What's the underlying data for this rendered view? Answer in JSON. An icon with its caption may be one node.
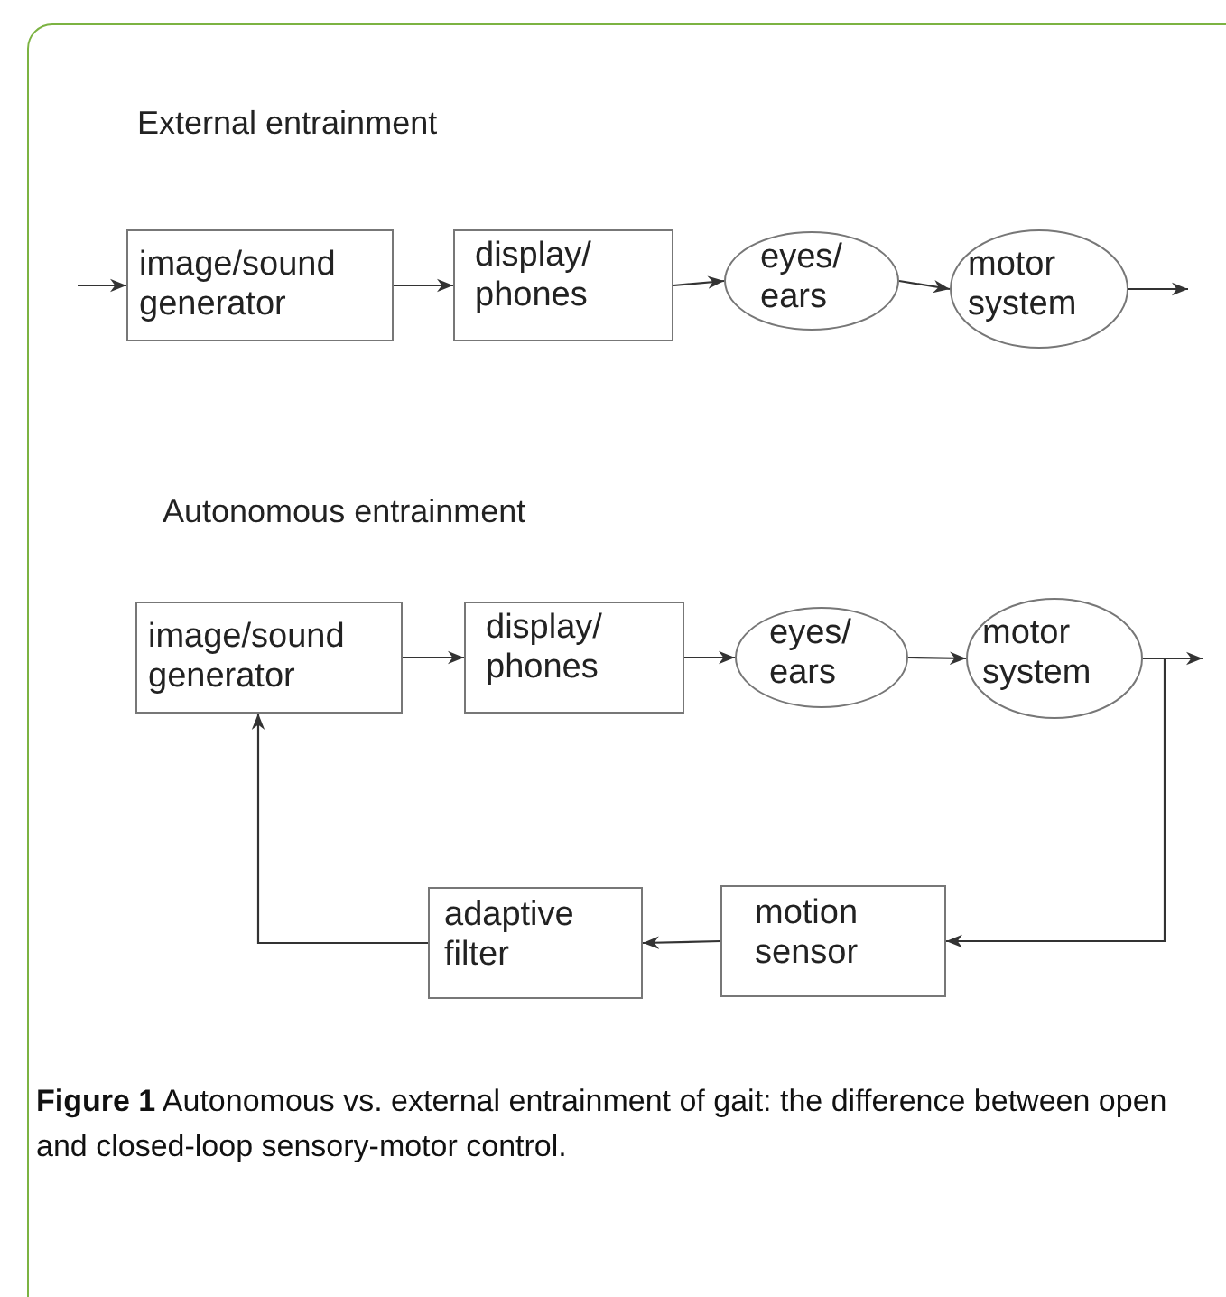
{
  "diagram": {
    "caption": "**Figure 1** Autonomous vs. external entrainment of gait: the difference between open and closed-loop sensory-motor control.",
    "nodes": [
      {
        "text": [
          "image/sound generator"
        ]
      },
      {
        "text": [
          "display/ phones"
        ]
      },
      {
        "text": [
          "eyes/ ears"
        ]
      },
      {
        "text": [
          "motor system"
        ]
      },
      {
        "text": [
          "image/sound generator"
        ]
      },
      {
        "text": [
          "display/ phones"
        ]
      },
      {
        "text": [
          "eyes/ ears"
        ]
      },
      {
        "text": [
          "motor system"
        ]
      },
      {
        "text": [
          "adaptive filter"
        ]
      },
      {
        "text": [
          "motion sensor"
        ]
      }
    ],
    "edges": [
      {
        "from": null,
        "to": 0,
        "arrow": "to"
      },
      {
        "from": 0,
        "to": 1,
        "arrow": "to"
      },
      {
        "from": 1,
        "to": 2,
        "arrow": "to"
      },
      {
        "from": 2,
        "to": 3,
        "arrow": "to"
      },
      {
        "from": 3,
        "to": null,
        "arrow": "to"
      },
      {
        "from": 4,
        "to": 5,
        "arrow": "to"
      },
      {
        "from": 5,
        "to": 6,
        "arrow": "to"
      },
      {
        "from": 6,
        "to": 7,
        "arrow": "to"
      },
      {
        "from": 7,
        "to": null,
        "arrow": "to"
      },
      {
        "from": 7,
        "to": 9,
        "arrow": "to"
      },
      {
        "from": 9,
        "to": 8,
        "arrow": "to"
      },
      {
        "from": 8,
        "to": 4,
        "arrow": "to"
      }
    ],
    "labels": [
      "External entrainment",
      "Autonomous entrainment"
    ]
  }
}
